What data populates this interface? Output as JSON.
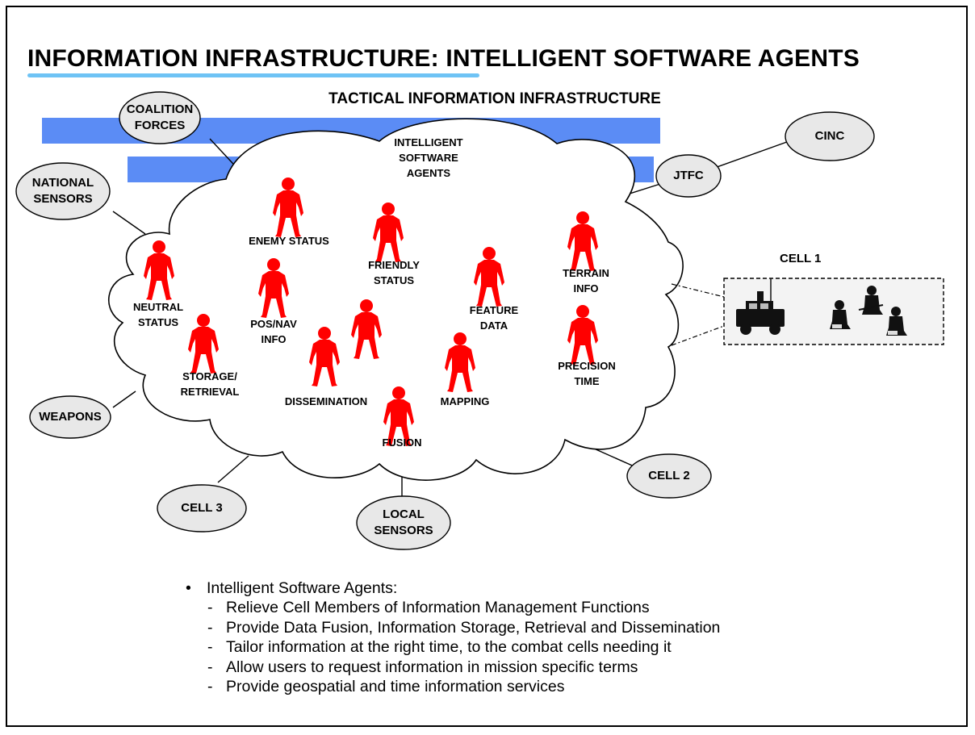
{
  "title": "INFORMATION INFRASTRUCTURE:  INTELLIGENT SOFTWARE AGENTS",
  "subtitle": "TACTICAL INFORMATION INFRASTRUCTURE",
  "colors": {
    "band": "#5b8cf5",
    "agent": "#ff0000",
    "node_fill": "#e8e8e8",
    "underline": "#6ec3f5"
  },
  "agents_header": [
    "INTELLIGENT",
    "SOFTWARE",
    "AGENTS"
  ],
  "agent_labels": {
    "enemy_status": "ENEMY STATUS",
    "friendly_status": [
      "FRIENDLY",
      "STATUS"
    ],
    "neutral_status": [
      "NEUTRAL",
      "STATUS"
    ],
    "pos_nav_info": [
      "POS/NAV",
      "INFO"
    ],
    "feature_data": [
      "FEATURE",
      "DATA"
    ],
    "terrain_info": [
      "TERRAIN",
      "INFO"
    ],
    "storage_retrieval": [
      "STORAGE/",
      "RETRIEVAL"
    ],
    "dissemination": "DISSEMINATION",
    "mapping": "MAPPING",
    "fusion": "FUSION",
    "precision_time": [
      "PRECISION",
      "TIME"
    ]
  },
  "nodes": {
    "coalition_forces": [
      "COALITION",
      "FORCES"
    ],
    "national_sensors": [
      "NATIONAL",
      "SENSORS"
    ],
    "weapons": "WEAPONS",
    "cell3": "CELL 3",
    "local_sensors": [
      "LOCAL",
      "SENSORS"
    ],
    "cell2": "CELL 2",
    "jtfc": "JTFC",
    "cinc": "CINC"
  },
  "cell1": {
    "label": "CELL 1",
    "vehicle_icon": "humvee-icon",
    "soldiers_icon": "soldier-icon"
  },
  "bullet": {
    "head": "Intelligent Software Agents:",
    "items": [
      "Relieve Cell Members of Information Management Functions",
      "Provide Data Fusion, Information Storage, Retrieval and Dissemination",
      "Tailor information at the right time, to the combat cells needing it",
      "Allow users to request information in mission specific terms",
      "Provide geospatial and time information services"
    ]
  }
}
